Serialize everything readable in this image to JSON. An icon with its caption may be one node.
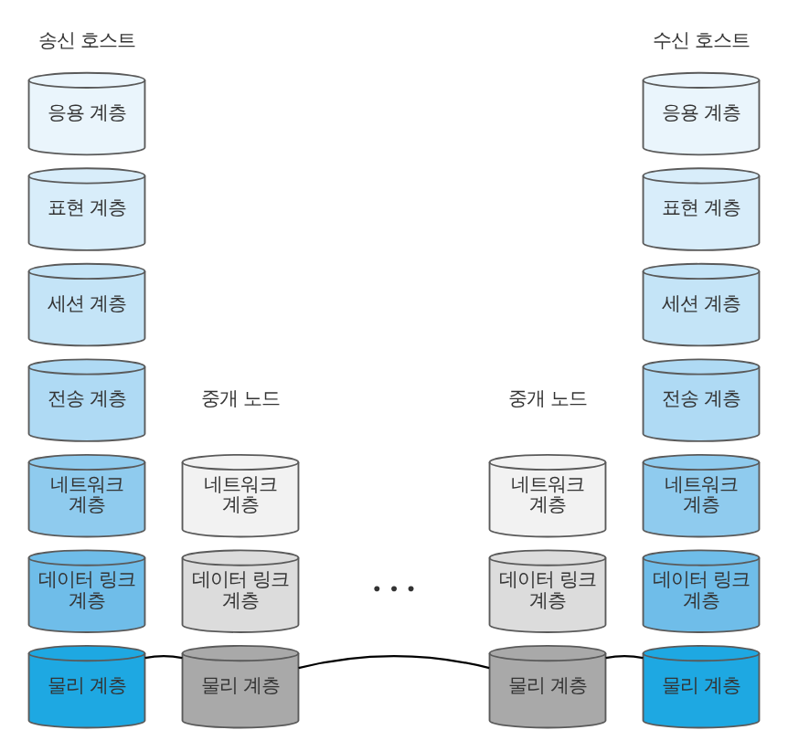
{
  "diagram": {
    "nodes": [
      {
        "text": [
          "응용 계층"
        ]
      },
      {
        "text": [
          "표현 계층"
        ]
      },
      {
        "text": [
          "세션 계층"
        ]
      },
      {
        "text": [
          "전송 계층"
        ]
      },
      {
        "text": [
          "네트워크 계층"
        ]
      },
      {
        "text": [
          "데이터 링크 계층"
        ]
      },
      {
        "text": [
          "물리 계층"
        ]
      },
      {
        "text": [
          "네트워크 계층"
        ]
      },
      {
        "text": [
          "데이터 링크 계층"
        ]
      },
      {
        "text": [
          "물리 계층"
        ]
      },
      {
        "text": [
          "네트워크 계층"
        ]
      },
      {
        "text": [
          "데이터 링크 계층"
        ]
      },
      {
        "text": [
          "물리 계층"
        ]
      },
      {
        "text": [
          "응용 계층"
        ]
      },
      {
        "text": [
          "표현 계층"
        ]
      },
      {
        "text": [
          "세션 계층"
        ]
      },
      {
        "text": [
          "전송 계층"
        ]
      },
      {
        "text": [
          "네트워크 계층"
        ]
      },
      {
        "text": [
          "데이터 링크 계층"
        ]
      },
      {
        "text": [
          "물리 계층"
        ]
      }
    ],
    "edges": [
      {
        "from": 6,
        "to": 9,
        "arrow": "none"
      },
      {
        "from": 9,
        "to": 12,
        "arrow": "none"
      },
      {
        "from": 12,
        "to": 19,
        "arrow": "none"
      }
    ],
    "labels": [
      "송신 호스트",
      "수신 호스트",
      "중개 노드",
      "중개 노드",
      "• • •"
    ]
  }
}
